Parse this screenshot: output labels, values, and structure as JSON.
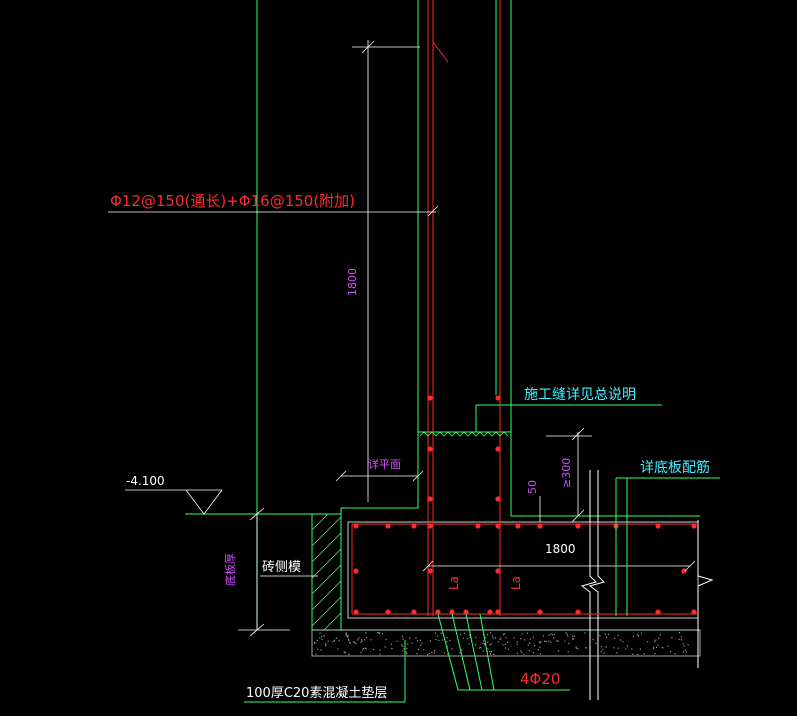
{
  "labels": {
    "rebar_spec": "Φ12@150(通长)+Φ16@150(附加)",
    "dim_1800_vertical": "1800",
    "construction_joint": "施工缝详见总说明",
    "wall_width": "详平面",
    "elevation": "-4.100",
    "dim_50": "50",
    "dim_300": "≥300",
    "slab_reinforcement": "详底板配筋",
    "dim_1800_horizontal": "1800",
    "la_left": "La",
    "la_right": "La",
    "brick_mold": "砖侧模",
    "brick_height": "底板厚",
    "bottom_bars": "4Φ20",
    "cushion": "100厚C20素混凝土垫层"
  },
  "colors": {
    "background": "#000000",
    "rebar": "#ff2a2a",
    "outline": "#33ff66",
    "annotation": "#3ff0ff",
    "dimension_text": "#d24cff",
    "text": "#ffffff"
  }
}
